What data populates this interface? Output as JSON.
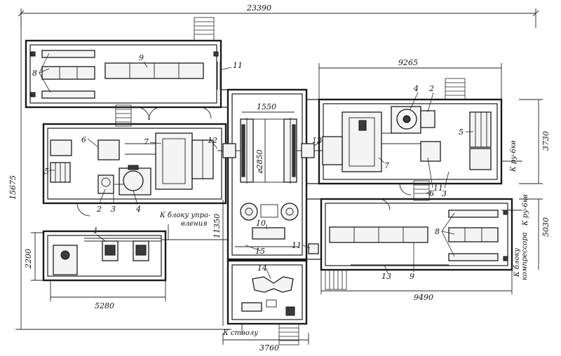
{
  "dimensions": {
    "overall_width": "23390",
    "overall_height": "15675",
    "right_block_width": "9265",
    "right_block_height": "3730",
    "lower_right_width": "9490",
    "lower_right_height": "5030",
    "pump_room_width": "5280",
    "pump_room_height": "2200",
    "center_width": "1550",
    "drum_diameter": "⌀2850",
    "center_height": "11350",
    "bottom_width": "3760"
  },
  "notes": {
    "to_control_line1": "К блоку упра-",
    "to_control_line2": "вления",
    "to_ru6kv_upper": "К ру-6кв",
    "to_ru6kv_lower": "К ру-6кв",
    "to_compressor_line1": "К блоку",
    "to_compressor_line2": "компрессора",
    "to_shaft": "К стволу"
  },
  "labels": {
    "n1": "1",
    "n2": "2",
    "n3": "3",
    "n4": "4",
    "n5": "5",
    "n6": "6",
    "n7": "7",
    "n8": "8",
    "n9": "9",
    "n10": "10",
    "n11": "11",
    "n12": "12",
    "n13": "13",
    "n14": "14",
    "n15": "15"
  }
}
